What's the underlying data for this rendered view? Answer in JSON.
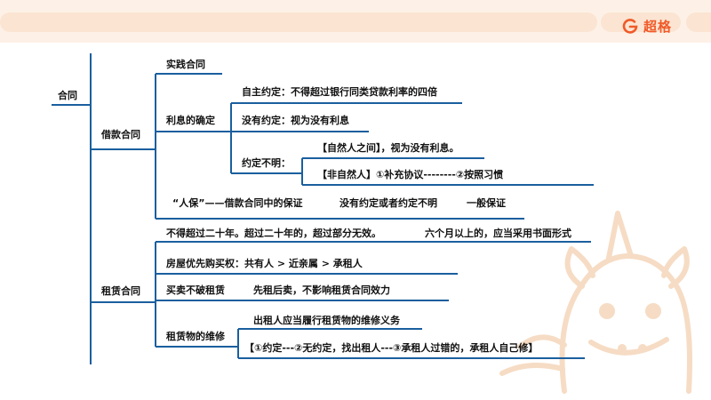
{
  "brand": {
    "name": "超格",
    "logo_icon": "g-circle-icon",
    "accent": "#f05a28"
  },
  "mindmap": {
    "root": "合同",
    "loan": {
      "title": "借款合同",
      "practice": "实践合同",
      "interest": {
        "title": "利息的确定",
        "self_agreed": "自主约定：不得超过银行同类贷款利率的四倍",
        "no_agreement": "没有约定：视为没有利息",
        "unclear": {
          "title": "约定不明：",
          "natural": "【自然人之间】，视为没有利息。",
          "non_natural": "【非自然人】①补充协议--------②按照习惯"
        }
      },
      "guarantee": {
        "text": "“人保”——借款合同中的保证",
        "condition": "没有约定或者约定不明",
        "result": "一般保证"
      }
    },
    "lease": {
      "title": "租赁合同",
      "term": "不得超过二十年。超过二十年的，超过部分无效。",
      "form": "六个月以上的，应当采用书面形式",
      "priority": "房屋优先购买权：共有人 > 近亲属 > 承租人",
      "sale": {
        "title": "买卖不破租赁",
        "detail": "先租后卖，不影响租赁合同效力"
      },
      "repair": {
        "title": "租赁物的维修",
        "duty": "出租人应当履行租赁物的维修义务",
        "detail": "【①约定---②无约定，找出租人---③承租人过错的，承租人自己修】"
      }
    },
    "line_color": "#1a5f9e"
  }
}
